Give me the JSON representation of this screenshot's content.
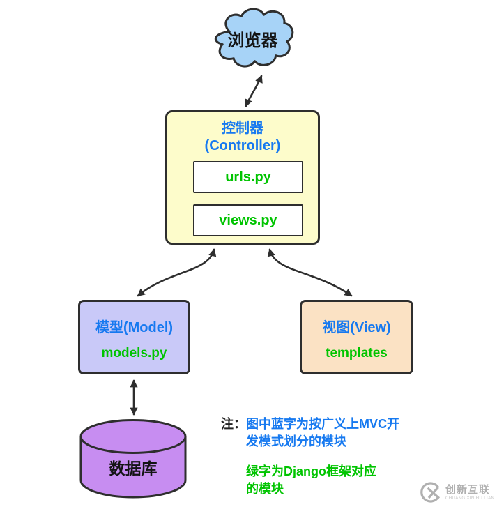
{
  "colors": {
    "blue_text": "#1679F0",
    "green_text": "#00C400",
    "outline": "#2E2E2E",
    "cloud_fill": "#A7D3F7",
    "controller_fill": "#FDFCCB",
    "model_fill": "#C9C9F8",
    "view_fill": "#FBE2C4",
    "database_fill": "#C78DF1",
    "watermark_gray": "#B0B0B0"
  },
  "diagram": {
    "browser": {
      "label": "浏览器"
    },
    "controller": {
      "title_zh": "控制器",
      "title_en": "(Controller)",
      "files": [
        {
          "label": "urls.py"
        },
        {
          "label": "views.py"
        }
      ]
    },
    "model": {
      "title": "模型(Model)",
      "file": "models.py"
    },
    "view": {
      "title": "视图(View)",
      "file": "templates"
    },
    "database": {
      "label": "数据库"
    },
    "note": {
      "prefix": "注：",
      "blue_lines": [
        "图中蓝字为按广义上MVC开",
        "发模式划分的模块"
      ],
      "green_lines": [
        "绿字为Django框架对应",
        "的模块"
      ]
    },
    "watermark": {
      "name": "创新互联",
      "subtitle": "CHUANG XIN HU LIAN"
    }
  }
}
